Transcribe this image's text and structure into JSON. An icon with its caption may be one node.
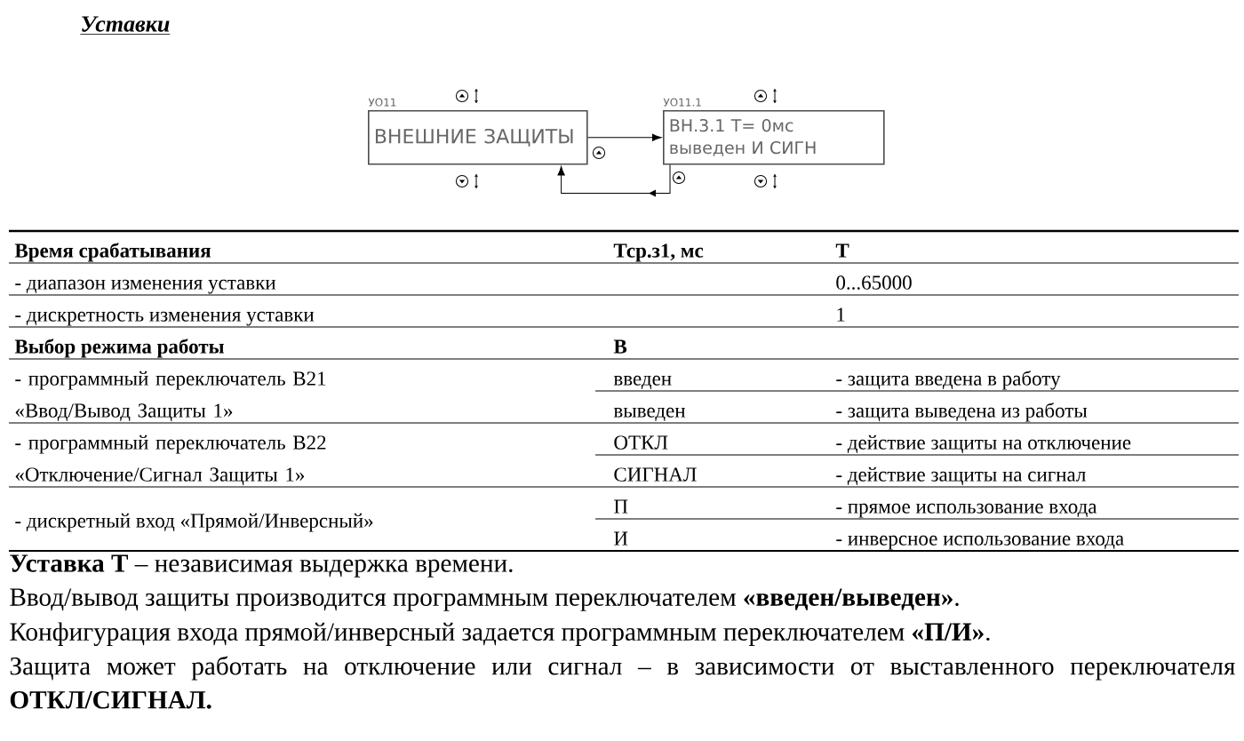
{
  "diagram": {
    "title": "Уставки",
    "nodes": [
      {
        "text": [
          "ВНЕШНИЕ ЗАЩИТЫ"
        ],
        "beside": [
          "УО11"
        ]
      },
      {
        "text": [
          "ВН.3.1 Т= 0мс",
          "выведен И СИГН"
        ],
        "beside": [
          "УО11.1"
        ]
      }
    ],
    "edges": [
      {
        "from": 0,
        "to": 1,
        "arrow": "to"
      },
      {
        "from": 1,
        "to": 0,
        "arrow": "to"
      }
    ],
    "labels": [
      "Время срабатывания",
      "Тср.з1, мс",
      "Т",
      "- диапазон изменения уставки",
      "0...65000",
      "- дискретность изменения уставки",
      "1",
      "Выбор режима работы",
      "В",
      "- программный переключатель В21 «Ввод/Вывод  Защиты 1»",
      "введен",
      "- защита введена в работу",
      "выведен",
      "- защита выведена из работы",
      "- программный переключатель В22 «Отключение/Сигнал  Защиты 1»",
      "ОТКЛ",
      "- действие защиты на отключение",
      "СИГНАЛ",
      "- действие защиты на сигнал",
      "- дискретный вход «Прямой/Инверсный»",
      "П",
      "- прямое использование входа",
      "И",
      "- инверсное использование входа",
      "**Уставка Т** – независимая выдержка времени.",
      "Ввод/вывод защиты производится программным переключателем **«введен/выведен»**.",
      "Конфигурация входа прямой/инверсный задается программным переключателем **«П/И»**.",
      "Защита может работать на отключение или сигнал – в зависимости от выставленного переключателя **ОТКЛ/СИГНАЛ.**"
    ]
  }
}
